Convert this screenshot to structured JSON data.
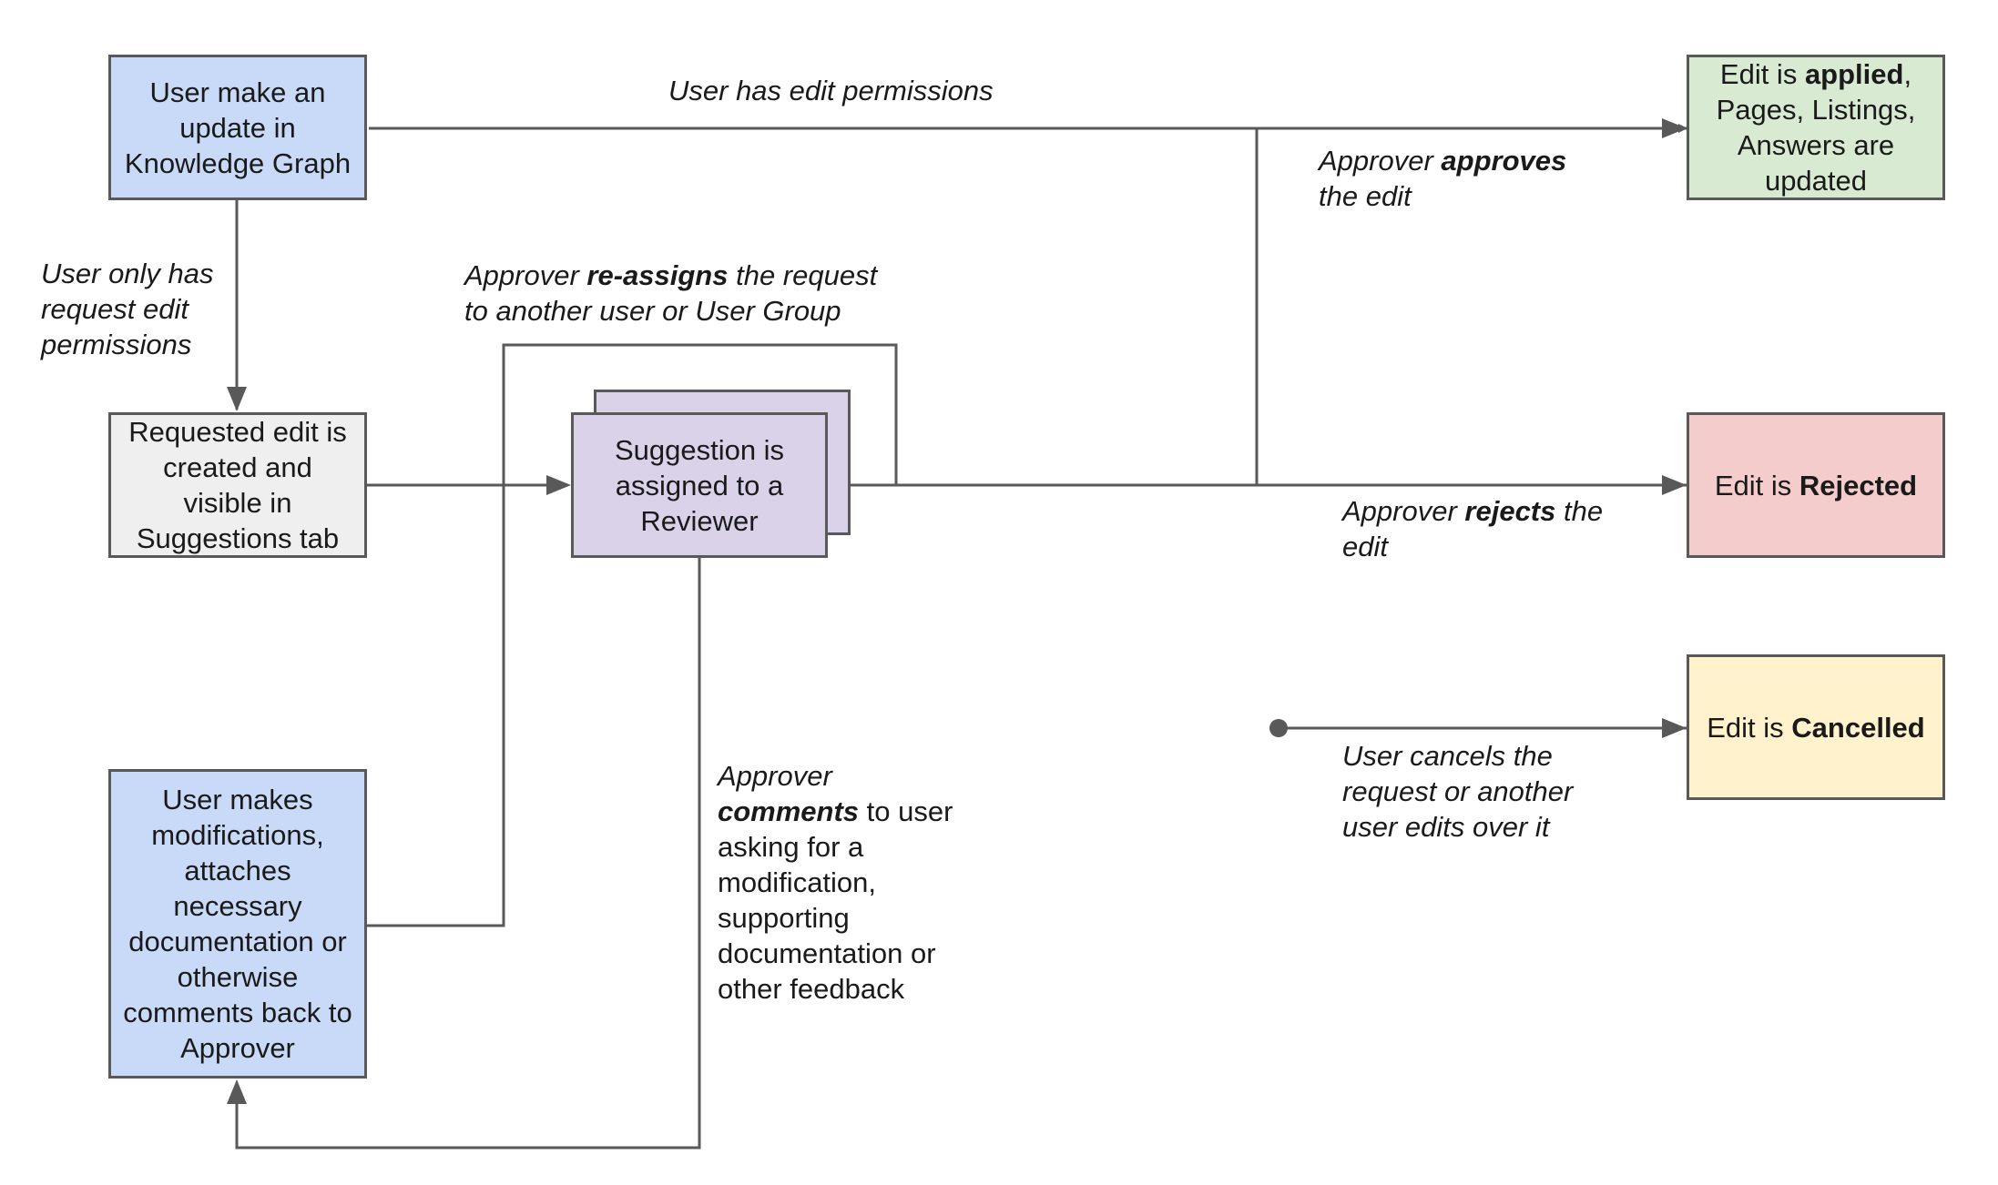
{
  "colors": {
    "blue": "#c9daf8",
    "gray": "#efefef",
    "purple": "#d9d2e9",
    "green": "#d9ead3",
    "red": "#f4cccc",
    "yellow": "#fff2cc",
    "line": "#595959"
  },
  "nodes": {
    "update_kg": {
      "text": "User make an\nupdate in\nKnowledge Graph"
    },
    "requested_edit": {
      "text": "Requested edit is\ncreated and\nvisible in\nSuggestions tab"
    },
    "suggestion_assigned": {
      "text": "Suggestion is\nassigned to a\nReviewer"
    },
    "user_modifies": {
      "text": "User makes\nmodifications,\nattaches\nnecessary\ndocumentation or\notherwise\ncomments back to\nApprover"
    },
    "edit_applied": {
      "pre": "Edit is ",
      "bold": "applied",
      "post": ",\nPages, Listings,\nAnswers are\nupdated"
    },
    "edit_rejected": {
      "pre": "Edit is ",
      "bold": "Rejected"
    },
    "edit_cancelled": {
      "pre": "Edit is ",
      "bold": "Cancelled"
    }
  },
  "labels": {
    "has_edit_permissions": {
      "text": "User has edit permissions"
    },
    "request_only": {
      "text": "User only has\nrequest edit\npermissions"
    },
    "reassigns": {
      "pre": "Approver ",
      "bold": "re-assigns",
      "post": " the request\nto another user or User Group"
    },
    "approves": {
      "pre": "Approver ",
      "bold": "approves",
      "post": "\nthe edit"
    },
    "rejects": {
      "pre": "Approver ",
      "bold": "rejects",
      "post": " the\nedit"
    },
    "comments": {
      "pre": "Approver\n",
      "bold": "comments",
      "post": " to user\nasking for a\nmodification,\nsupporting\ndocumentation or\nother feedback"
    },
    "cancels": {
      "text": "User cancels the\nrequest or another\nuser edits over it"
    }
  }
}
